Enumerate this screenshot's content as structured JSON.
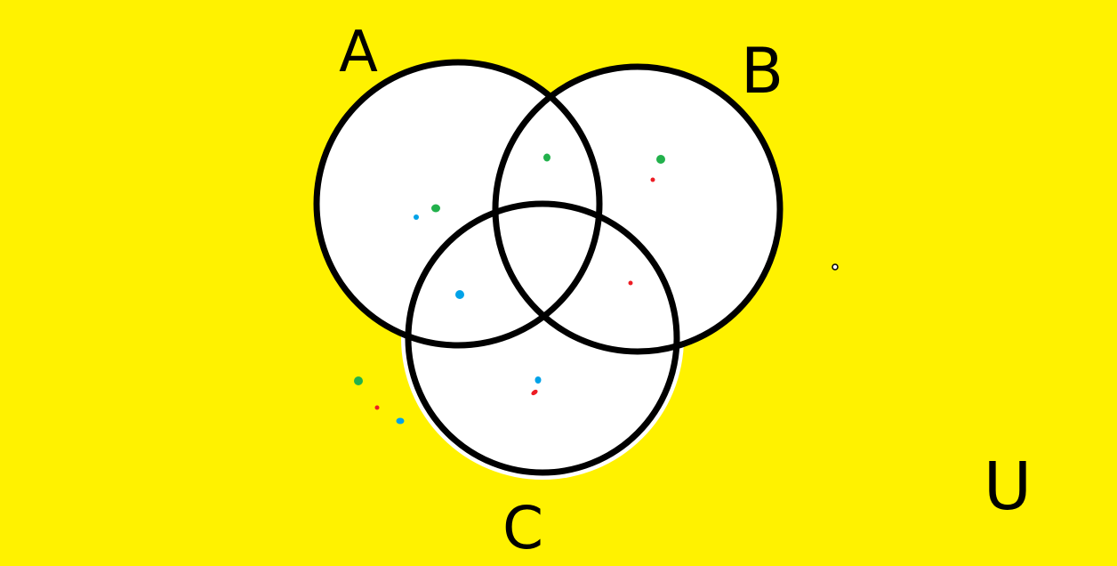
{
  "diagram": {
    "type": "venn",
    "background_color": "#FFF200",
    "circle_fill": "#FFFFFF",
    "stroke_color": "#000000",
    "sets": [
      {
        "id": "A",
        "label": "A"
      },
      {
        "id": "B",
        "label": "B"
      },
      {
        "id": "C",
        "label": "C"
      }
    ],
    "universe_label": "U",
    "dot_colors": {
      "green": "#22B14C",
      "blue": "#00A2E8",
      "red": "#ED1C24"
    }
  }
}
